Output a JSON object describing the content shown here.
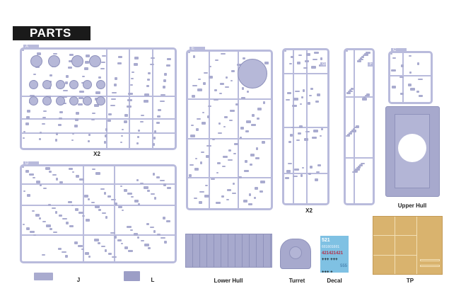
{
  "header": {
    "title": "PARTS"
  },
  "sprues": [
    {
      "letter": "A",
      "qty": "X2"
    },
    {
      "letter": "D"
    },
    {
      "letter": "E"
    },
    {
      "letter": "G",
      "qty": "X2"
    },
    {
      "letter": "F"
    },
    {
      "letter": "C"
    }
  ],
  "parts": {
    "j": "J",
    "l": "L",
    "upper_hull": "Upper Hull",
    "lower_hull": "Lower Hull",
    "turret": "Turret",
    "decal": "Decal",
    "tp": "TP"
  },
  "decal_sheet": {
    "row1a": "521",
    "row1b": "601601601",
    "row2": "421421421",
    "row3": "+++ +++",
    "row4": "555",
    "row5": "+++ +"
  },
  "colors": {
    "sprue": "#b9bbdc",
    "decal": "#7fc1e3",
    "photo_etch": "#d9b36e"
  }
}
